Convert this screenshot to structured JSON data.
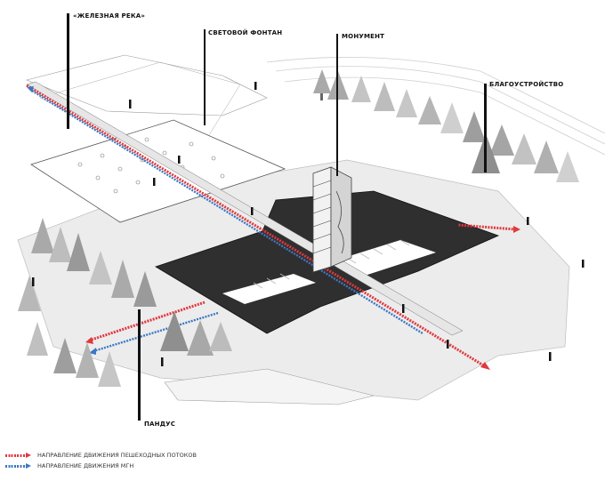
{
  "labels": {
    "iron_river": "«ЖЕЛЕЗНАЯ РЕКА»",
    "light_fountain": "СВЕТОВОЙ ФОНТАН",
    "monument": "МОНУМЕНТ",
    "landscaping": "БЛАГОУСТРОЙСТВО",
    "ramp": "ПАНДУС"
  },
  "legend": {
    "pedestrian_flow": "НАПРАВЛЕНИЕ ДВИЖЕНИЯ ПЕШЕХОДНЫХ ПОТОКОВ",
    "mgn_flow": "НАПРАВЛЕНИЕ ДВИЖЕНИЯ МГН"
  },
  "colors": {
    "pedestrian": "#e0383e",
    "mgn": "#3a78c2",
    "plaza": "#2f2f2f",
    "ground": "#ececec",
    "trees": "#a9a9a9",
    "lines": "#555555"
  }
}
